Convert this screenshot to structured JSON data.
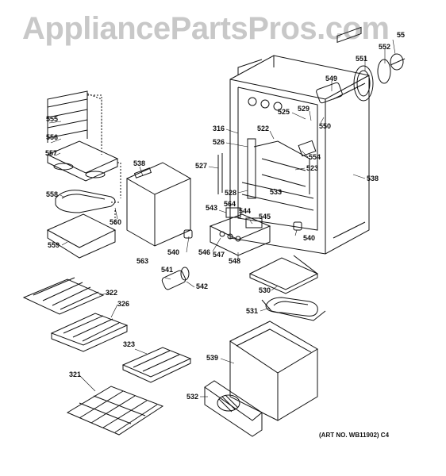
{
  "watermark": "AppliancePartsPros.com",
  "art_number": "(ART NO. WB11902) C4",
  "labels": {
    "p551": "551",
    "p552": "552",
    "p55": "55",
    "p549": "549",
    "p555": "555",
    "p556": "556",
    "p557": "557",
    "p538a": "538",
    "p525": "525",
    "p529": "529",
    "p550": "550",
    "p316": "316",
    "p522": "522",
    "p526": "526",
    "p554": "554",
    "p527": "527",
    "p523": "523",
    "p538b": "538",
    "p528": "528",
    "p533": "533",
    "p558": "558",
    "p543": "543",
    "p564": "564",
    "p544": "544",
    "p545": "545",
    "p560": "560",
    "p559": "559",
    "p540a": "540",
    "p546": "546",
    "p547": "547",
    "p548": "548",
    "p540b": "540",
    "p563": "563",
    "p541": "541",
    "p542": "542",
    "p530": "530",
    "p322": "322",
    "p326": "326",
    "p531": "531",
    "p323": "323",
    "p539": "539",
    "p321": "321",
    "p532": "532"
  }
}
